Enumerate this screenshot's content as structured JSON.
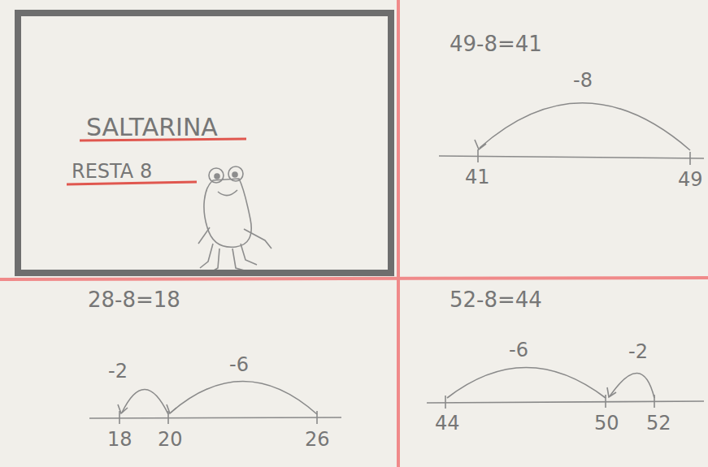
{
  "diagram": {
    "nodes": [
      {
        "text": [
          "SALTARINA",
          "RESTA 8"
        ]
      }
    ],
    "labels": [
      "49-8=41",
      "-8",
      "41",
      "49",
      "28-8=18",
      "-2",
      "-6",
      "18",
      "20",
      "26",
      "52-8=44",
      "-6",
      "-2",
      "44",
      "50",
      "52"
    ]
  }
}
